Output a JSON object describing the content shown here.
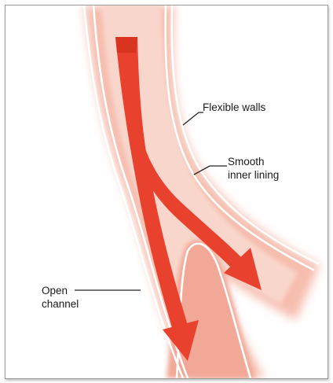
{
  "labels": {
    "flexible_walls": "Flexible walls",
    "smooth_lining_line1": "Smooth",
    "smooth_lining_line2": "inner lining",
    "open_channel_line1": "Open",
    "open_channel_line2": "channel"
  },
  "colors": {
    "wall": "#f4b3a3",
    "wall_inner": "#f7c9bc",
    "lining": "#ffffff",
    "blood": "#e8412d",
    "leader": "#222222"
  }
}
